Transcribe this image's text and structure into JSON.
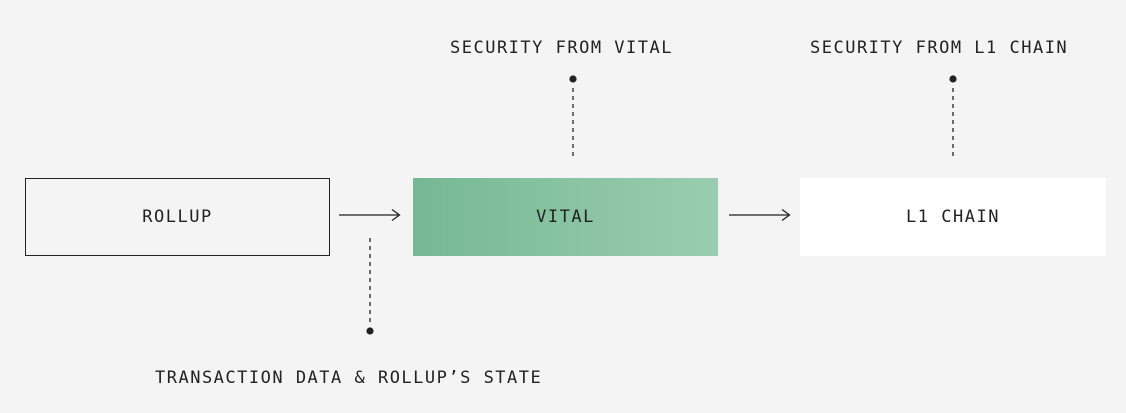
{
  "diagram": {
    "nodes": {
      "rollup": "ROLLUP",
      "vital": "VITAL",
      "l1_chain": "L1 CHAIN"
    },
    "annotations": {
      "security_from_vital": "SECURITY FROM VITAL",
      "security_from_l1": "SECURITY FROM L1 CHAIN",
      "transaction_data": "TRANSACTION DATA & ROLLUP’S STATE"
    }
  },
  "colors": {
    "background": "#f4f4f4",
    "ink": "#222222",
    "vital_gradient_start": "#76b893",
    "vital_gradient_end": "#9acdb0",
    "l1_fill": "#ffffff"
  }
}
